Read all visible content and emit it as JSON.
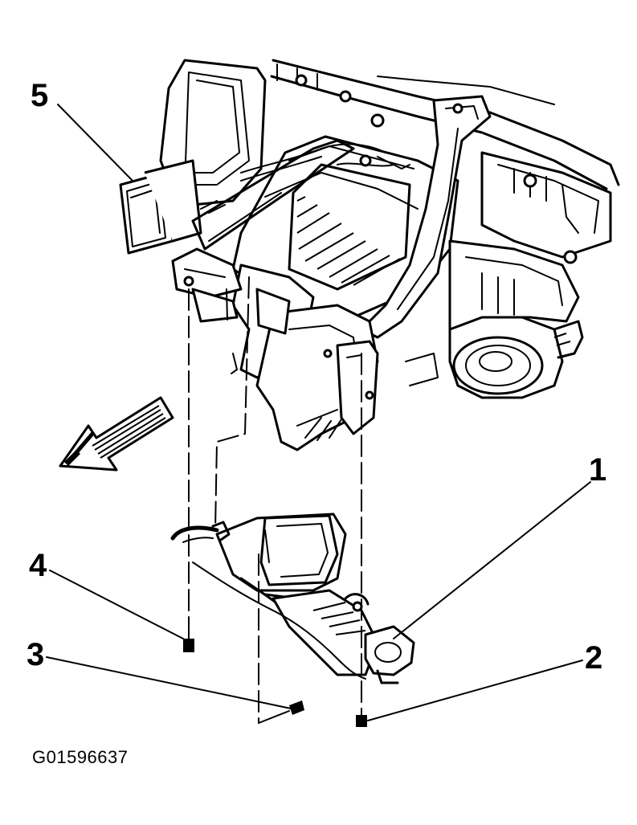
{
  "diagram": {
    "callouts": [
      {
        "id": "1",
        "label": "1"
      },
      {
        "id": "2",
        "label": "2"
      },
      {
        "id": "3",
        "label": "3"
      },
      {
        "id": "4",
        "label": "4"
      },
      {
        "id": "5",
        "label": "5"
      }
    ],
    "figure_code": "G01596637"
  }
}
